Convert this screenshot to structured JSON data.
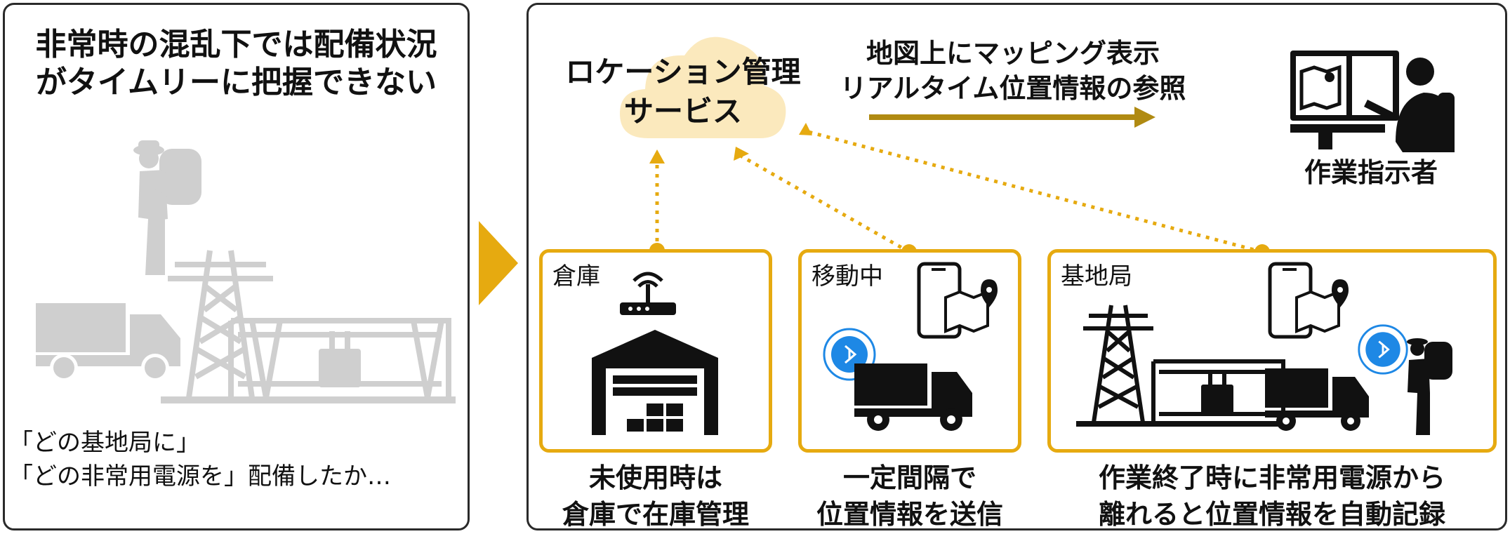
{
  "left_panel": {
    "title": [
      "非常時の混乱下では配備状況",
      "がタイムリーに把握できない"
    ],
    "caption": [
      "「どの基地局に」",
      "「どの非常用電源を」配備したか…"
    ]
  },
  "right_panel": {
    "cloud_label": [
      "ロケーション管理",
      "サービス"
    ],
    "map_label": [
      "地図上にマッピング表示",
      "リアルタイム位置情報の参照"
    ],
    "operator_label": "作業指示者",
    "boxes": [
      {
        "label": "倉庫",
        "caption": [
          "未使用時は",
          "倉庫で在庫管理"
        ]
      },
      {
        "label": "移動中",
        "caption": [
          "一定間隔で",
          "位置情報を送信"
        ]
      },
      {
        "label": "基地局",
        "caption": [
          "作業終了時に非常用電源から",
          "離れると位置情報を自動記録"
        ]
      }
    ]
  },
  "colors": {
    "accent": "#e6aa10",
    "arrow_dark": "#b08a12",
    "gray_icon": "#cfcfcf",
    "cloud": "#fbe9bd",
    "bluetooth": "#1e88e5"
  }
}
